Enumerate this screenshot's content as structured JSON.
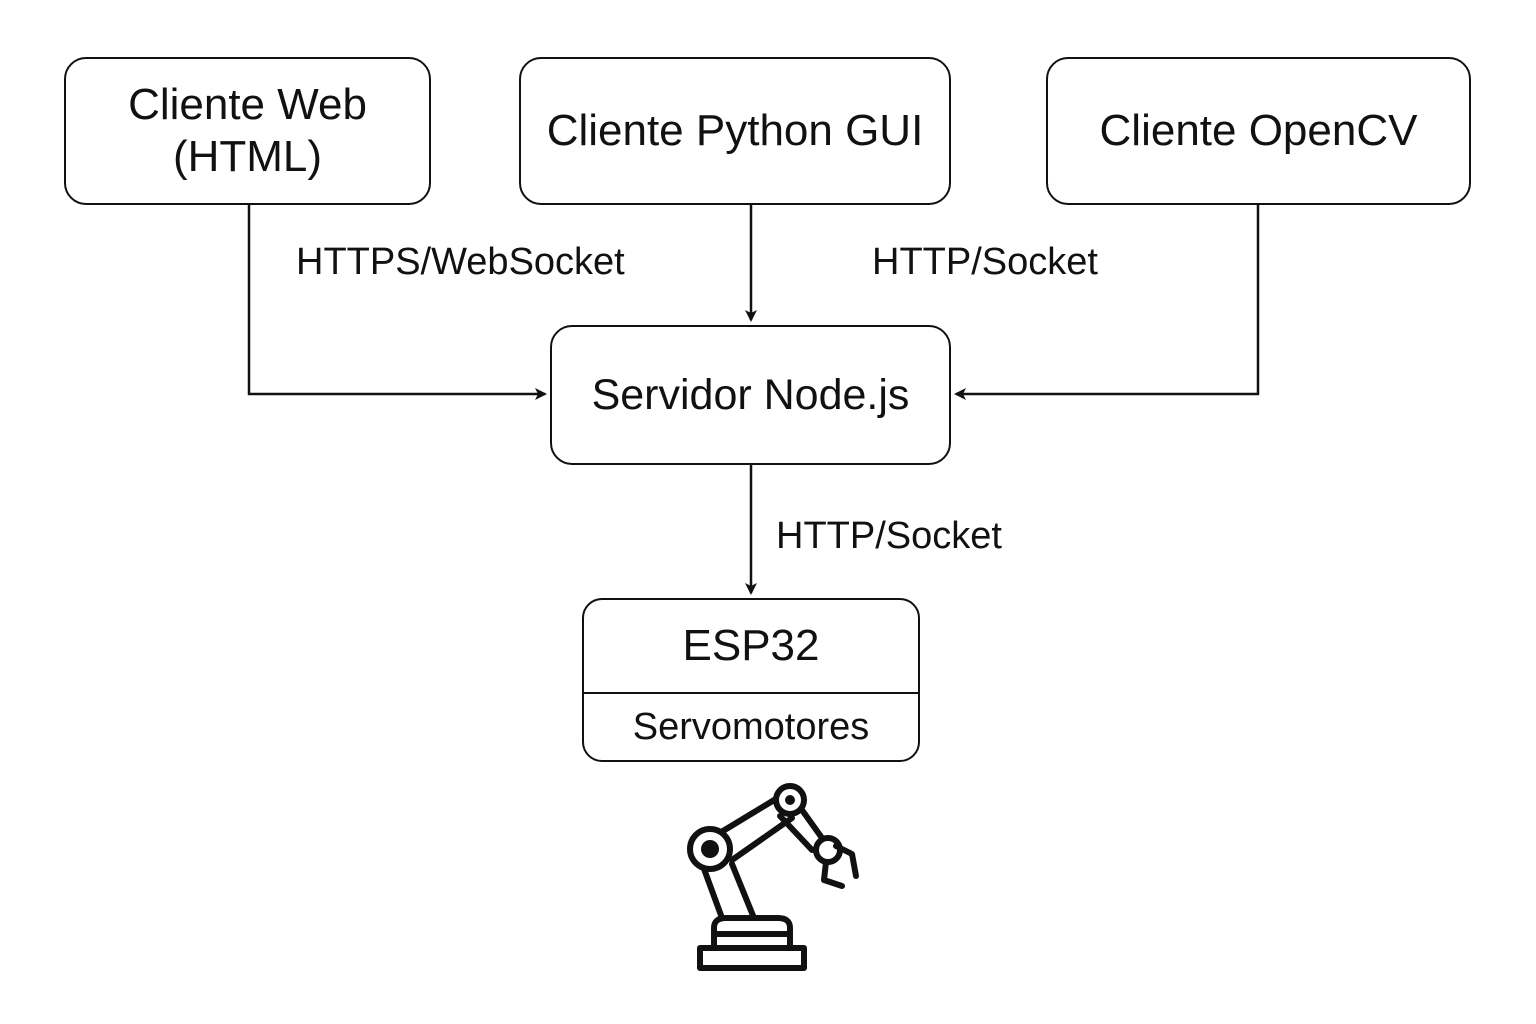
{
  "nodes": {
    "web": "Cliente Web\n(HTML)",
    "python": "Cliente Python GUI",
    "opencv": "Cliente OpenCV",
    "server": "Servidor Node.js",
    "esp": {
      "title": "ESP32",
      "subtitle": "Servomotores"
    }
  },
  "edges": {
    "web_to_server": "HTTPS/WebSocket",
    "opencv_to_server": "HTTP/Socket",
    "server_to_esp": "HTTP/Socket"
  },
  "icons": {
    "robot": "robot-arm-icon"
  },
  "colors": {
    "stroke": "#111111",
    "background": "#ffffff"
  }
}
